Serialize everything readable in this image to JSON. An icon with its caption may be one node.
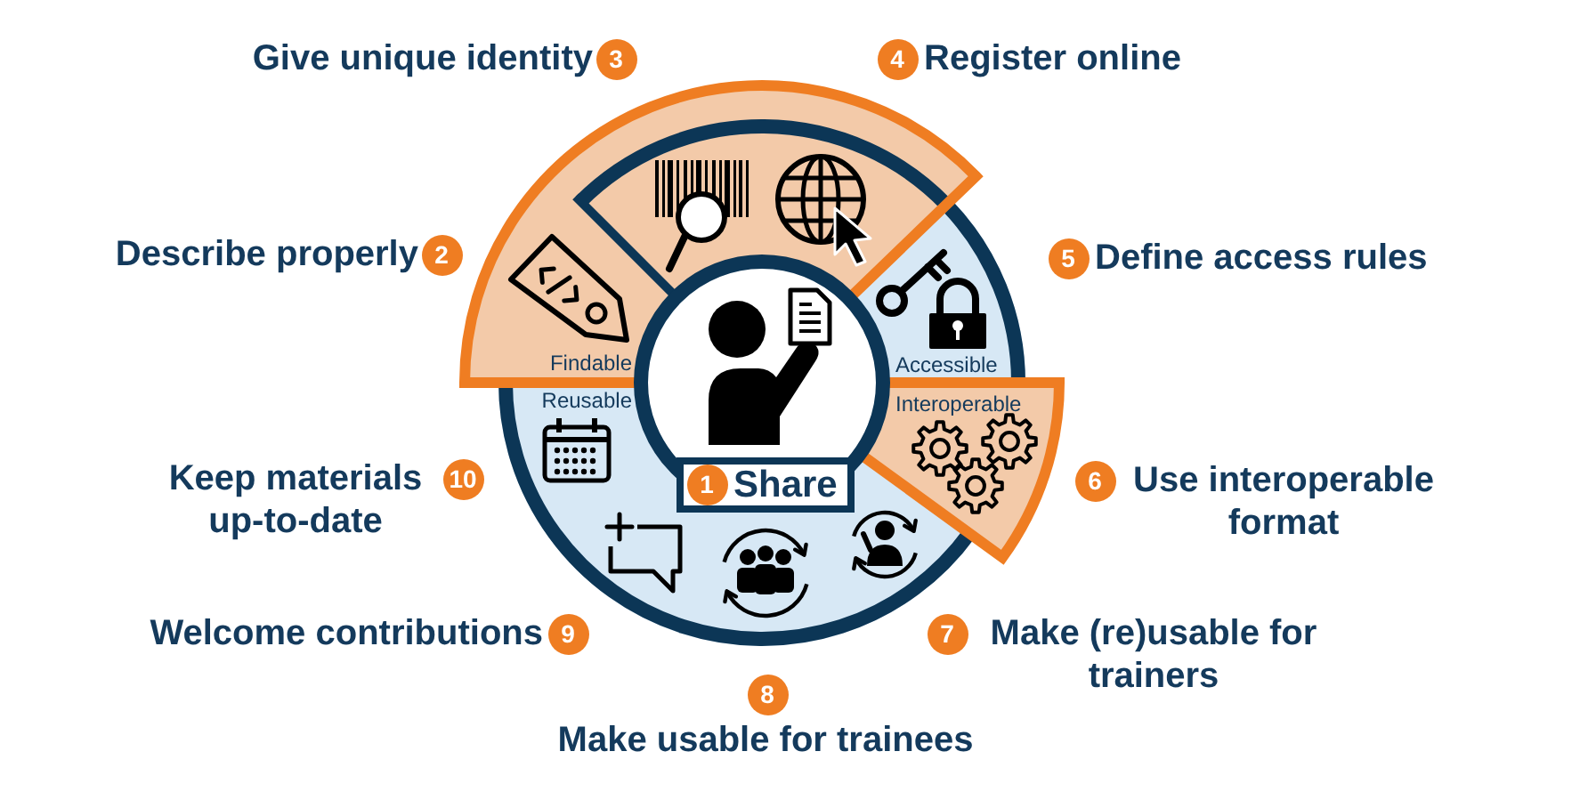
{
  "diagram": {
    "nodes": [
      {
        "text": [
          "Findable"
        ]
      },
      {
        "text": [
          "Accessible"
        ]
      },
      {
        "text": [
          "Interoperable"
        ]
      },
      {
        "text": [
          "Reusable"
        ]
      },
      {
        "text": [
          "Share"
        ]
      },
      {
        "text": [
          "1"
        ],
        "in": 4
      },
      {
        "text": [
          "2"
        ],
        "beside": [
          "Describe properly"
        ]
      },
      {
        "text": [
          "3"
        ],
        "beside": [
          "Give unique identity"
        ]
      },
      {
        "text": [
          "4"
        ],
        "beside": [
          "Register online"
        ]
      },
      {
        "text": [
          "5"
        ],
        "beside": [
          "Define access rules"
        ]
      },
      {
        "text": [
          "6"
        ],
        "beside": [
          "Use interoperable format"
        ]
      },
      {
        "text": [
          "7"
        ],
        "beside": [
          "Make (re)usable for trainers"
        ]
      },
      {
        "text": [
          "8"
        ],
        "beside": [
          "Make usable for trainees"
        ]
      },
      {
        "text": [
          "9"
        ],
        "beside": [
          "Welcome contributions"
        ]
      },
      {
        "text": [
          "10"
        ],
        "beside": [
          "Keep materials up-to-date"
        ]
      }
    ]
  }
}
